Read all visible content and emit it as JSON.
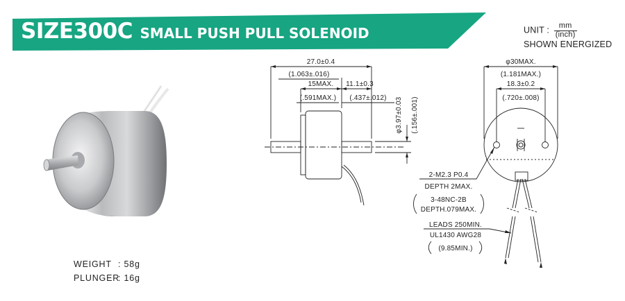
{
  "header": {
    "model": "SIZE300C",
    "subtitle": "SMALL PUSH PULL SOLENOID",
    "banner_color": "#17a582",
    "unit_label": "UNIT :",
    "unit_numerator": "mm",
    "unit_denominator": "(inch)",
    "shown_state": "SHOWN ENERGIZED"
  },
  "specs": [
    {
      "label": "WEIGHT",
      "value": ": 58g"
    },
    {
      "label": "PLUNGER",
      "value": ": 16g"
    }
  ],
  "side_view": {
    "overall_length_mm": "27.0±0.4",
    "overall_length_in": "(1.063±.016)",
    "body_length_mm": "15MAX.",
    "body_length_in": "(.591MAX.)",
    "shaft_extension_mm": "11.1±0.3",
    "shaft_extension_in": "(.437±.012)",
    "shaft_dia_mm": "φ3.97±0.03",
    "shaft_dia_in": "(.156±.001)"
  },
  "front_view": {
    "diameter_mm": "φ30MAX.",
    "diameter_in": "(1.181MAX.)",
    "hole_spacing_mm": "18.3±0.2",
    "hole_spacing_in": "(.720±.008)",
    "thread_metric": "2-M2.3 P0.4",
    "thread_metric_depth": "DEPTH 2MAX.",
    "thread_unc": "3-48NC-2B",
    "thread_unc_depth": "DEPTH.079MAX.",
    "leads_length": "LEADS 250MIN.",
    "leads_spec": "UL1430 AWG28",
    "leads_length_in": "(9.85MIN.)"
  }
}
